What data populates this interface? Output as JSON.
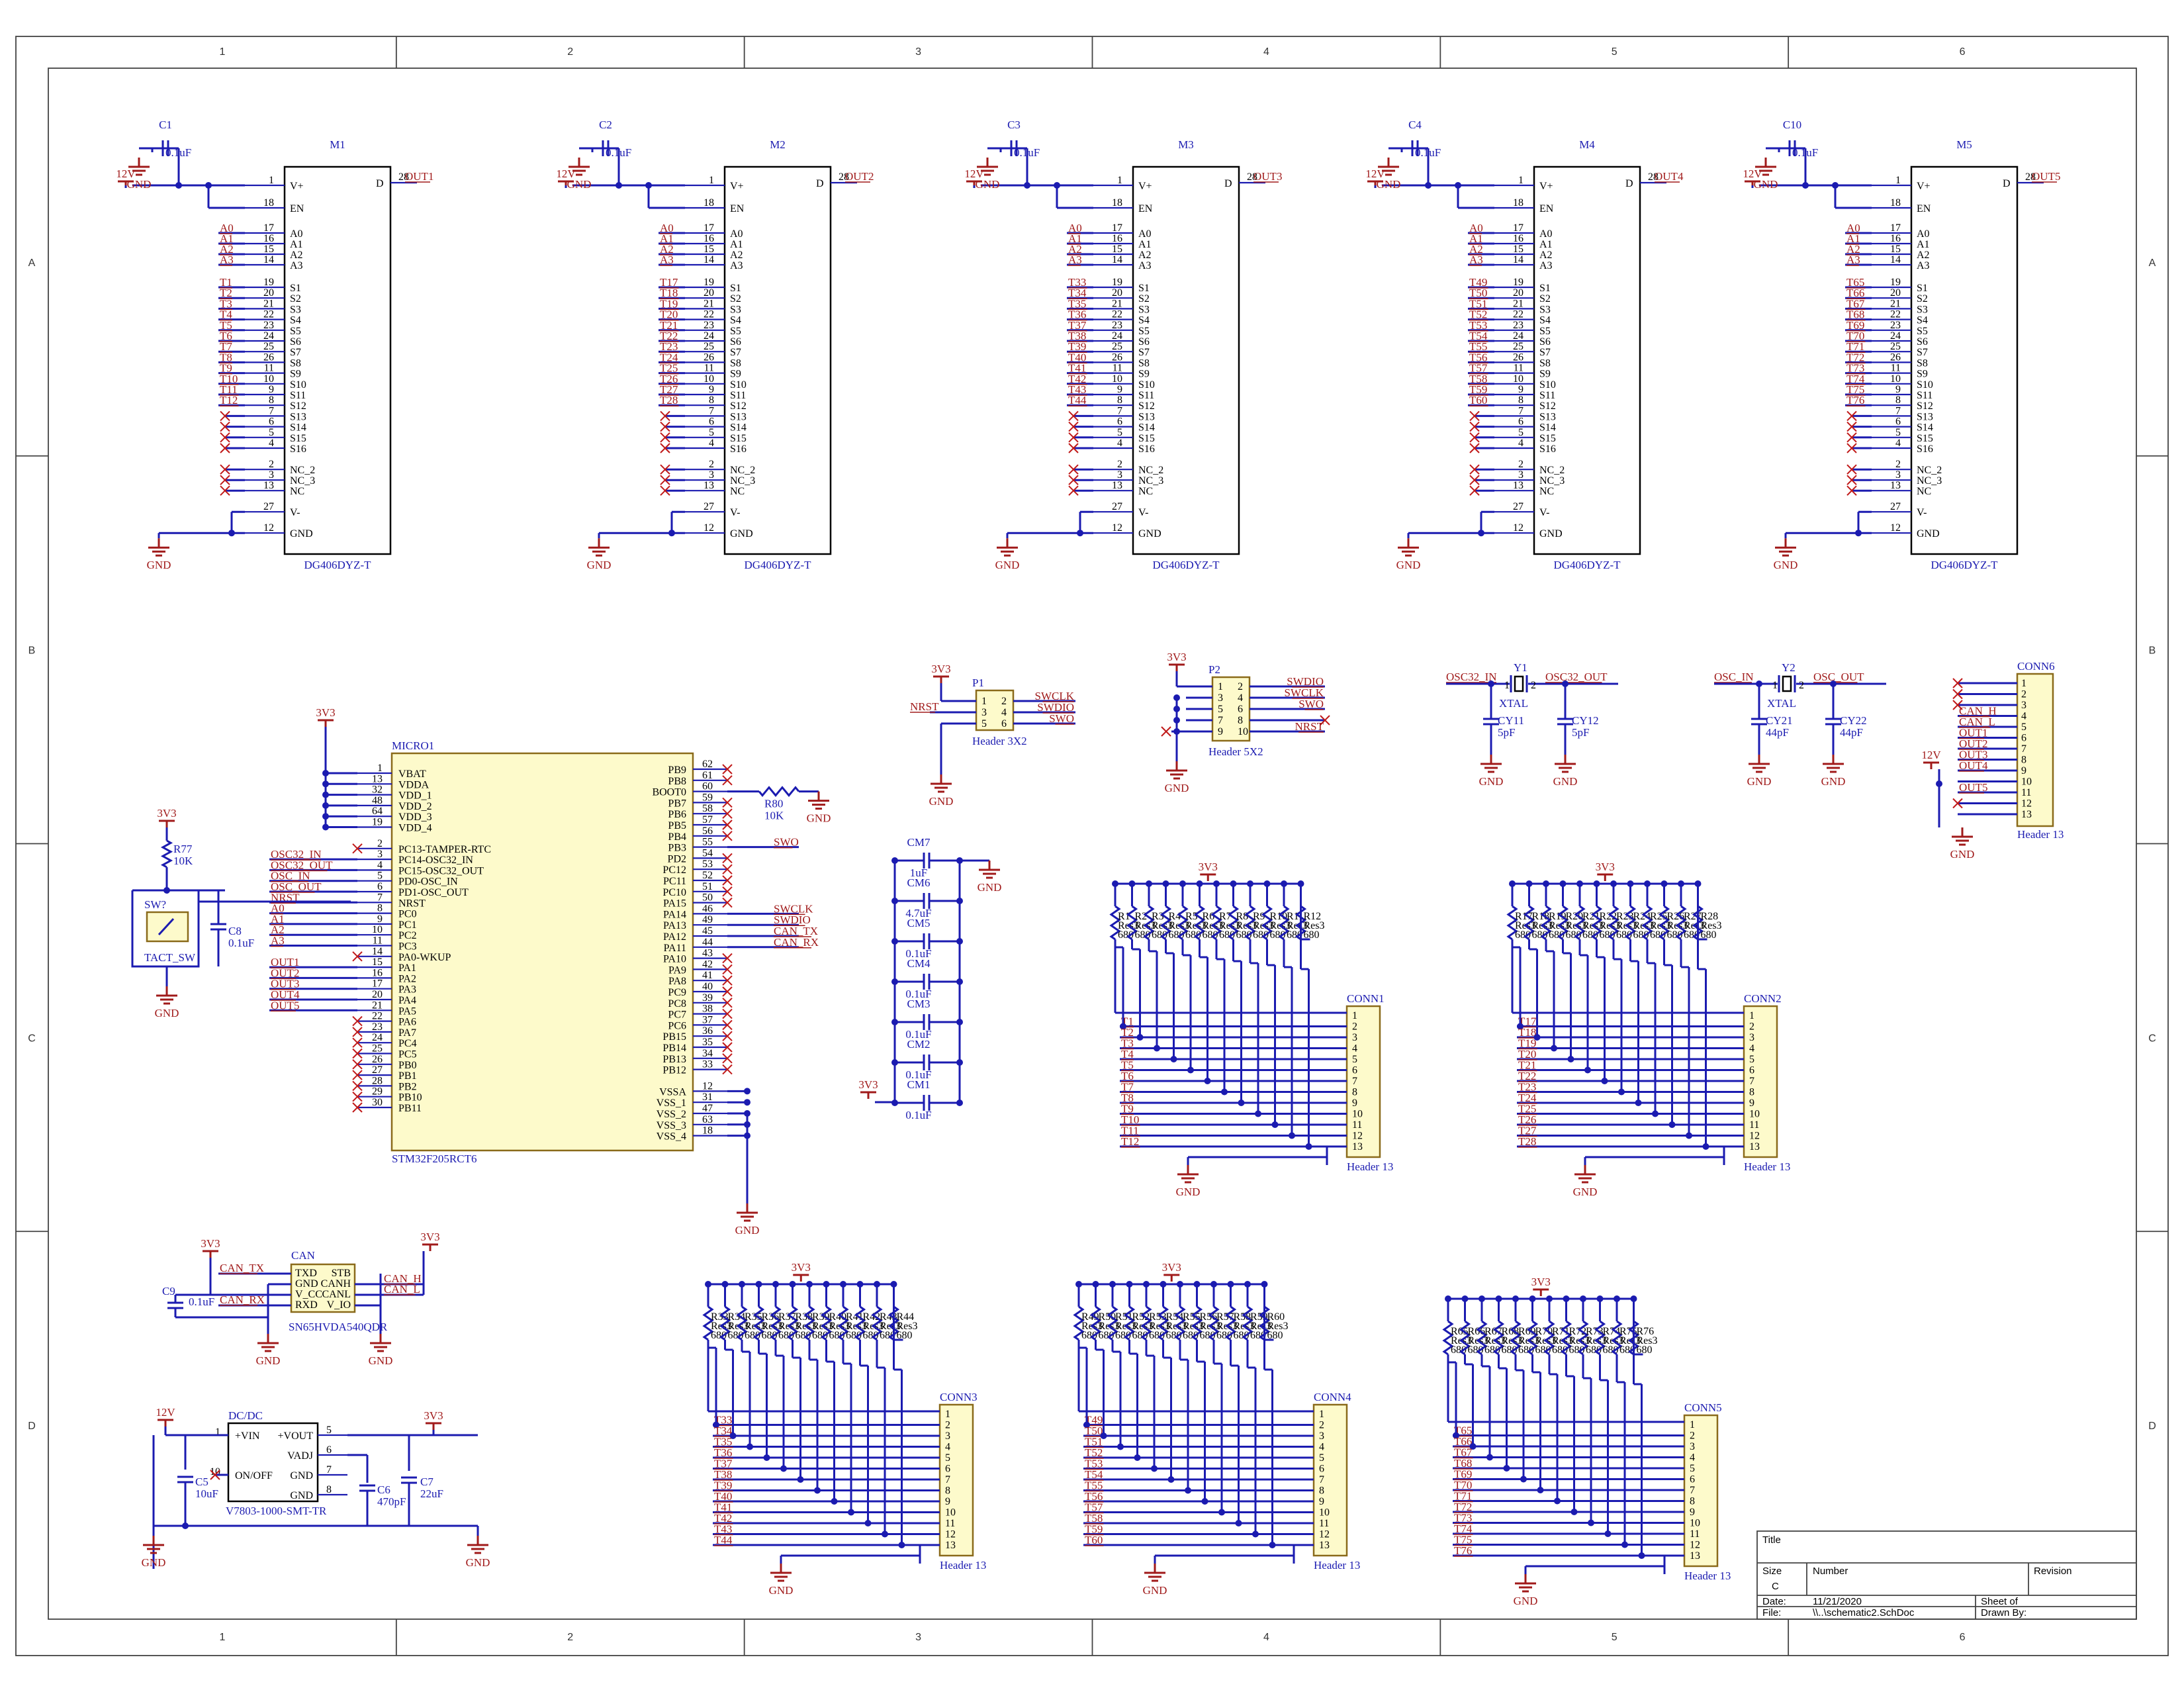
{
  "frame": {
    "columns": [
      "1",
      "2",
      "3",
      "4",
      "5",
      "6"
    ],
    "rows": [
      "A",
      "B",
      "C",
      "D"
    ]
  },
  "power": {
    "gnd": "GND",
    "v12": "12V",
    "v33": "3V3"
  },
  "mux": [
    {
      "ref": "M1",
      "part": "DG406DYZ-T",
      "cap": "C1",
      "cap_val": "0.1uF",
      "out": "OUT1",
      "s_nets": [
        "T1",
        "T2",
        "T3",
        "T4",
        "T5",
        "T6",
        "T7",
        "T8",
        "T9",
        "T10",
        "T11",
        "T12"
      ]
    },
    {
      "ref": "M2",
      "part": "DG406DYZ-T",
      "cap": "C2",
      "cap_val": "0.1uF",
      "out": "OUT2",
      "s_nets": [
        "T17",
        "T18",
        "T19",
        "T20",
        "T21",
        "T22",
        "T23",
        "T24",
        "T25",
        "T26",
        "T27",
        "T28"
      ]
    },
    {
      "ref": "M3",
      "part": "DG406DYZ-T",
      "cap": "C3",
      "cap_val": "0.1uF",
      "out": "OUT3",
      "s_nets": [
        "T33",
        "T34",
        "T35",
        "T36",
        "T37",
        "T38",
        "T39",
        "T40",
        "T41",
        "T42",
        "T43",
        "T44"
      ]
    },
    {
      "ref": "M4",
      "part": "DG406DYZ-T",
      "cap": "C4",
      "cap_val": "0.1uF",
      "out": "OUT4",
      "s_nets": [
        "T49",
        "T50",
        "T51",
        "T52",
        "T53",
        "T54",
        "T55",
        "T56",
        "T57",
        "T58",
        "T59",
        "T60"
      ]
    },
    {
      "ref": "M5",
      "part": "DG406DYZ-T",
      "cap": "C10",
      "cap_val": "0.1uF",
      "out": "OUT5",
      "s_nets": [
        "T65",
        "T66",
        "T67",
        "T68",
        "T69",
        "T70",
        "T71",
        "T72",
        "T73",
        "T74",
        "T75",
        "T76"
      ]
    }
  ],
  "mux_pins": {
    "top": [
      [
        "1",
        "V+"
      ],
      [
        "18",
        "EN"
      ]
    ],
    "addr": [
      [
        "17",
        "A0"
      ],
      [
        "16",
        "A1"
      ],
      [
        "15",
        "A2"
      ],
      [
        "14",
        "A3"
      ]
    ],
    "addr_nets": [
      "A0",
      "A1",
      "A2",
      "A3"
    ],
    "s": [
      [
        "19",
        "S1"
      ],
      [
        "20",
        "S2"
      ],
      [
        "21",
        "S3"
      ],
      [
        "22",
        "S4"
      ],
      [
        "23",
        "S5"
      ],
      [
        "24",
        "S6"
      ],
      [
        "25",
        "S7"
      ],
      [
        "26",
        "S8"
      ],
      [
        "11",
        "S9"
      ],
      [
        "10",
        "S10"
      ],
      [
        "9",
        "S11"
      ],
      [
        "8",
        "S12"
      ],
      [
        "7",
        "S13"
      ],
      [
        "6",
        "S14"
      ],
      [
        "5",
        "S15"
      ],
      [
        "4",
        "S16"
      ]
    ],
    "nc": [
      [
        "2",
        "NC_2"
      ],
      [
        "3",
        "NC_3"
      ],
      [
        "13",
        "NC"
      ]
    ],
    "bot": [
      [
        "27",
        "V-"
      ],
      [
        "12",
        "GND"
      ]
    ],
    "out_pin": "28",
    "out_name": "D"
  },
  "mcu": {
    "ref": "MICRO1",
    "part": "STM32F205RCT6",
    "left_pins": [
      [
        "1",
        "VBAT"
      ],
      [
        "13",
        "VDDA"
      ],
      [
        "32",
        "VDD_1"
      ],
      [
        "48",
        "VDD_2"
      ],
      [
        "64",
        "VDD_3"
      ],
      [
        "19",
        "VDD_4"
      ],
      [
        "",
        ""
      ],
      [
        "2",
        "PC13-TAMPER-RTC"
      ],
      [
        "3",
        "PC14-OSC32_IN"
      ],
      [
        "4",
        "PC15-OSC32_OUT"
      ],
      [
        "5",
        "PD0-OSC_IN"
      ],
      [
        "6",
        "PD1-OSC_OUT"
      ],
      [
        "7",
        "NRST"
      ],
      [
        "8",
        "PC0"
      ],
      [
        "9",
        "PC1"
      ],
      [
        "10",
        "PC2"
      ],
      [
        "11",
        "PC3"
      ],
      [
        "14",
        "PA0-WKUP"
      ],
      [
        "15",
        "PA1"
      ],
      [
        "16",
        "PA2"
      ],
      [
        "17",
        "PA3"
      ],
      [
        "20",
        "PA4"
      ],
      [
        "21",
        "PA5"
      ],
      [
        "22",
        "PA6"
      ],
      [
        "23",
        "PA7"
      ],
      [
        "24",
        "PC4"
      ],
      [
        "25",
        "PC5"
      ],
      [
        "26",
        "PB0"
      ],
      [
        "27",
        "PB1"
      ],
      [
        "28",
        "PB2"
      ],
      [
        "29",
        "PB10"
      ],
      [
        "30",
        "PB11"
      ]
    ],
    "left_nets": [
      "",
      "",
      "",
      "",
      "",
      "",
      "",
      "",
      "OSC32_IN",
      "OSC32_OUT",
      "OSC_IN",
      "OSC_OUT",
      "NRST",
      "A0",
      "A1",
      "A2",
      "A3",
      "",
      "OUT1",
      "OUT2",
      "OUT3",
      "OUT4",
      "OUT5",
      "",
      "",
      "",
      "",
      "",
      "",
      "",
      "",
      ""
    ],
    "right_pins": [
      [
        "62",
        "PB9"
      ],
      [
        "61",
        "PB8"
      ],
      [
        "60",
        "BOOT0"
      ],
      [
        "59",
        "PB7"
      ],
      [
        "58",
        "PB6"
      ],
      [
        "57",
        "PB5"
      ],
      [
        "56",
        "PB4"
      ],
      [
        "55",
        "PB3"
      ],
      [
        "54",
        "PD2"
      ],
      [
        "53",
        "PC12"
      ],
      [
        "52",
        "PC11"
      ],
      [
        "51",
        "PC10"
      ],
      [
        "50",
        "PA15"
      ],
      [
        "46",
        "PA14"
      ],
      [
        "49",
        "PA13"
      ],
      [
        "45",
        "PA12"
      ],
      [
        "44",
        "PA11"
      ],
      [
        "43",
        "PA10"
      ],
      [
        "42",
        "PA9"
      ],
      [
        "41",
        "PA8"
      ],
      [
        "40",
        "PC9"
      ],
      [
        "39",
        "PC8"
      ],
      [
        "38",
        "PC7"
      ],
      [
        "37",
        "PC6"
      ],
      [
        "36",
        "PB15"
      ],
      [
        "35",
        "PB14"
      ],
      [
        "34",
        "PB13"
      ],
      [
        "33",
        "PB12"
      ],
      [
        "",
        ""
      ],
      [
        "12",
        "VSSA"
      ],
      [
        "31",
        "VSS_1"
      ],
      [
        "47",
        "VSS_2"
      ],
      [
        "63",
        "VSS_3"
      ],
      [
        "18",
        "VSS_4"
      ]
    ],
    "right_nets": [
      "",
      "",
      "",
      "",
      "",
      "",
      "",
      "SWO",
      "",
      "",
      "",
      "",
      "",
      "SWCLK",
      "SWDIO",
      "CAN_TX",
      "CAN_RX",
      "",
      "",
      "",
      "",
      "",
      "",
      "",
      "",
      "",
      "",
      "",
      "",
      "",
      "",
      "",
      "",
      ""
    ]
  },
  "boot_res": {
    "ref": "R80",
    "val": "10K"
  },
  "reset": {
    "res": "R77",
    "res_val": "10K",
    "sw": "SW?",
    "sw_part": "TACT_SW",
    "cap": "C8",
    "cap_val": "0.1uF"
  },
  "p1": {
    "ref": "P1",
    "part": "Header 3X2",
    "pins": [
      "1",
      "2",
      "3",
      "4",
      "5",
      "6"
    ],
    "nets_left": "NRST",
    "nets_right": [
      "SWCLK",
      "SWDIO",
      "SWO"
    ]
  },
  "p2": {
    "ref": "P2",
    "part": "Header 5X2",
    "pins": [
      "1",
      "2",
      "3",
      "4",
      "5",
      "6",
      "7",
      "8",
      "9",
      "10"
    ],
    "nets_right": [
      "SWDIO",
      "SWCLK",
      "SWO",
      "",
      "NRST"
    ]
  },
  "y1": {
    "ref": "Y1",
    "part": "XTAL",
    "left": "OSC32_IN",
    "right": "OSC32_OUT",
    "c1": "CY11",
    "c1v": "5pF",
    "c2": "CY12",
    "c2v": "5pF"
  },
  "y2": {
    "ref": "Y2",
    "part": "XTAL",
    "left": "OSC_IN",
    "right": "OSC_OUT",
    "c1": "CY21",
    "c1v": "44pF",
    "c2": "CY22",
    "c2v": "44pF"
  },
  "conn6": {
    "ref": "CONN6",
    "part": "Header 13",
    "pins": [
      "1",
      "2",
      "3",
      "4",
      "5",
      "6",
      "7",
      "8",
      "9",
      "10",
      "11",
      "12",
      "13"
    ],
    "nets": [
      "",
      "",
      "",
      "CAN_H",
      "CAN_L",
      "OUT1",
      "OUT2",
      "OUT3",
      "OUT4",
      "",
      "OUT5",
      "",
      ""
    ]
  },
  "decoupling": [
    {
      "ref": "CM7",
      "val": "1uF"
    },
    {
      "ref": "CM6",
      "val": "4.7uF"
    },
    {
      "ref": "CM5",
      "val": "0.1uF"
    },
    {
      "ref": "CM4",
      "val": "0.1uF"
    },
    {
      "ref": "CM3",
      "val": "0.1uF"
    },
    {
      "ref": "CM2",
      "val": "0.1uF"
    },
    {
      "ref": "CM1",
      "val": "0.1uF"
    }
  ],
  "res_banks": [
    {
      "refs": [
        "R1",
        "R2",
        "R3",
        "R4",
        "R5",
        "R6",
        "R7",
        "R8",
        "R9",
        "R10",
        "R11",
        "R12"
      ],
      "type": "Res3",
      "val": "680",
      "conn": "CONN1",
      "part": "Header 13",
      "nets": [
        "T1",
        "T2",
        "T3",
        "T4",
        "T5",
        "T6",
        "T7",
        "T8",
        "T9",
        "T10",
        "T11",
        "T12"
      ]
    },
    {
      "refs": [
        "R17",
        "R18",
        "R19",
        "R20",
        "R21",
        "R22",
        "R23",
        "R24",
        "R25",
        "R26",
        "R27",
        "R28"
      ],
      "type": "Res3",
      "val": "680",
      "conn": "CONN2",
      "part": "Header 13",
      "nets": [
        "T17",
        "T18",
        "T19",
        "T20",
        "T21",
        "T22",
        "T23",
        "T24",
        "T25",
        "T26",
        "T27",
        "T28"
      ]
    },
    {
      "refs": [
        "R33",
        "R34",
        "R35",
        "R36",
        "R37",
        "R38",
        "R39",
        "R40",
        "R41",
        "R42",
        "R43",
        "R44"
      ],
      "type": "Res3",
      "val": "680",
      "conn": "CONN3",
      "part": "Header 13",
      "nets": [
        "T33",
        "T34",
        "T35",
        "T36",
        "T37",
        "T38",
        "T39",
        "T40",
        "T41",
        "T42",
        "T43",
        "T44"
      ]
    },
    {
      "refs": [
        "R49",
        "R50",
        "R51",
        "R52",
        "R53",
        "R54",
        "R55",
        "R56",
        "R57",
        "R58",
        "R59",
        "R60"
      ],
      "type": "Res3",
      "val": "680",
      "conn": "CONN4",
      "part": "Header 13",
      "nets": [
        "T49",
        "T50",
        "T51",
        "T52",
        "T53",
        "T54",
        "T55",
        "T56",
        "T57",
        "T58",
        "T59",
        "T60"
      ]
    },
    {
      "refs": [
        "R65",
        "R66",
        "R67",
        "R68",
        "R69",
        "R70",
        "R71",
        "R72",
        "R73",
        "R74",
        "R75",
        "R76"
      ],
      "type": "Res3",
      "val": "680",
      "conn": "CONN5",
      "part": "Header 13",
      "nets": [
        "T65",
        "T66",
        "T67",
        "T68",
        "T69",
        "T70",
        "T71",
        "T72",
        "T73",
        "T74",
        "T75",
        "T76"
      ]
    }
  ],
  "can": {
    "ref": "CAN",
    "part": "SN65HVDA540QDR",
    "pins_l": [
      "TXD",
      "GND",
      "V_CC",
      "RXD"
    ],
    "pins_r": [
      "STB",
      "CANH",
      "CANL",
      "V_IO"
    ],
    "net_tx": "CAN_TX",
    "net_rx": "CAN_RX",
    "net_h": "CAN_H",
    "net_l": "CAN_L",
    "cap": "C9",
    "cap_val": "0.1uF"
  },
  "dcdc": {
    "ref": "DC/DC",
    "part": "V7803-1000-SMT-TR",
    "pins_l": [
      [
        "1",
        "+VIN"
      ],
      [
        "10",
        "ON/OFF"
      ]
    ],
    "pins_r": [
      [
        "5",
        "+VOUT"
      ],
      [
        "6",
        "VADJ"
      ],
      [
        "7",
        "GND"
      ],
      [
        "8",
        "GND"
      ]
    ],
    "c5": "C5",
    "c5v": "10uF",
    "c6": "C6",
    "c6v": "470pF",
    "c7": "C7",
    "c7v": "22uF"
  },
  "title_block": {
    "title": "Title",
    "size_label": "Size",
    "size": "C",
    "number_label": "Number",
    "revision_label": "Revision",
    "date_label": "Date:",
    "date": "11/21/2020",
    "file_label": "File:",
    "file": "\\\\..\\schematic2.SchDoc",
    "sheet_label": "Sheet   of",
    "drawn_label": "Drawn By:"
  }
}
